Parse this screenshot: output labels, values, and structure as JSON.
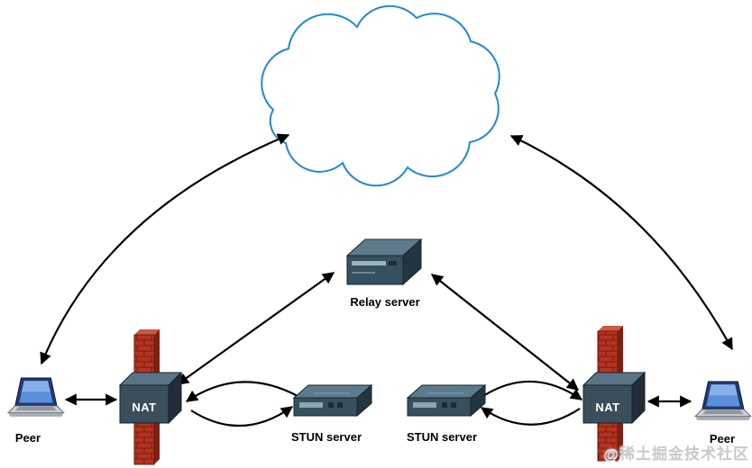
{
  "labels": {
    "relay_server": "Relay server",
    "stun_server_left": "STUN server",
    "stun_server_right": "STUN server",
    "nat_left": "NAT",
    "nat_right": "NAT",
    "peer_left": "Peer",
    "peer_right": "Peer"
  },
  "watermark": "@稀土掘金技术社区",
  "icons": {
    "cloud": "internet-cloud-icon",
    "relay": "server-3d-icon",
    "stun": "rack-server-3d-icon",
    "nat": "firewall-brick-wall-with-nat-cube-icon",
    "peer": "laptop-icon",
    "connector": "double-headed-black-arrow"
  },
  "colors": {
    "cloud_stroke": "#1f8ad2",
    "arrow": "#000000",
    "label": "#000000",
    "firewall_brick": "#b23420",
    "firewall_mortar": "#7a1d0e",
    "firewall_cap": "#c85a40",
    "firewall_shadow": "#7e2012",
    "server_top": "#5d7b8d",
    "server_front": "#35505f",
    "server_side": "#233540",
    "nat_front": "#3a4e5c",
    "nat_top": "#5a7487",
    "nat_side": "#1f2e39",
    "nat_text": "#ffffff",
    "laptop_frame": "#1f3a78",
    "laptop_screen": "#5b8fd9",
    "laptop_base": "#cdd1d6",
    "watermark": "#c9c9c9"
  }
}
